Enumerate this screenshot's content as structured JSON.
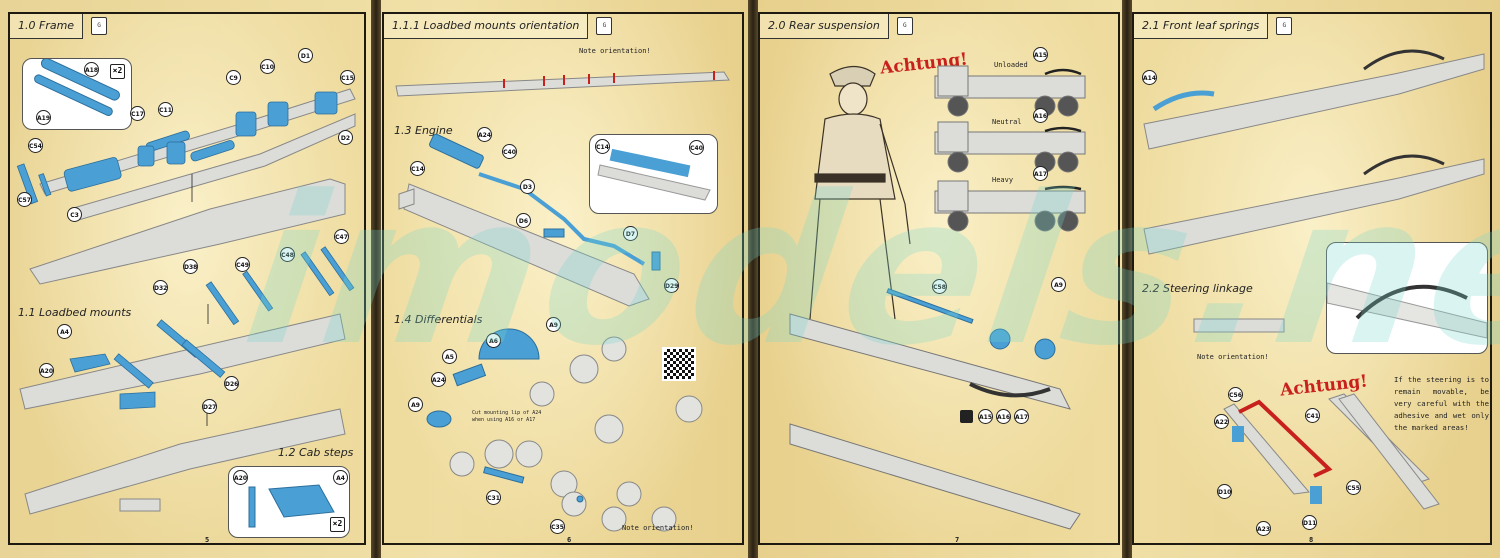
{
  "watermark": "imodels.net",
  "glue_icon": "G",
  "colors": {
    "part_highlight": "#4a9fd4",
    "part_grey": "#d9d9d6",
    "warning": "#c8201c",
    "paper": "#ecd89c"
  },
  "pages": [
    {
      "number": "5",
      "header": "1.0 Frame",
      "sections": [
        "1.1 Loadbed mounts",
        "1.2 Cab steps"
      ],
      "multiplier_labels": [
        "×2",
        "×2"
      ],
      "callouts": [
        "A18",
        "A19",
        "C9",
        "C10",
        "D1",
        "C15",
        "C17",
        "C11",
        "D2",
        "C54",
        "C57",
        "C3",
        "D38",
        "C49",
        "C48",
        "C47",
        "D32",
        "A4",
        "A20",
        "D26",
        "D27",
        "A20",
        "A4"
      ]
    },
    {
      "number": "6",
      "header": "1.1.1 Loadbed mounts orientation",
      "note_top": "Note orientation!",
      "sections": [
        "1.3 Engine",
        "1.4 Differentials"
      ],
      "callouts": [
        "A24",
        "C14",
        "C40",
        "D3",
        "D6",
        "D7",
        "D29",
        "C14",
        "C40",
        "A6",
        "A9",
        "A5",
        "A24",
        "A9",
        "C31",
        "C35"
      ],
      "cut_note": [
        "Cut mounting lip of A24",
        "when using A16 or A17"
      ],
      "note_bottom": "Note orientation!"
    },
    {
      "number": "7",
      "header": "2.0 Rear suspension",
      "achtung": "Achtung!",
      "loads": [
        {
          "callout": "A15",
          "label": "Unloaded"
        },
        {
          "callout": "A16",
          "label": "Neutral"
        },
        {
          "callout": "A17",
          "label": "Heavy"
        }
      ],
      "callouts": [
        "C58",
        "A9"
      ],
      "option_callouts": [
        "A15",
        "A16",
        "A17"
      ]
    },
    {
      "number": "8",
      "header": "2.1 Front leaf springs",
      "sections": [
        "2.2 Steering linkage"
      ],
      "note": "Note orientation!",
      "achtung": "Achtung!",
      "callouts": [
        "A14",
        "C56",
        "A22",
        "C41",
        "D10",
        "C55",
        "D11",
        "A23"
      ],
      "warning_text": "If the steering is to remain movable, be very careful with the adhesive and wet only the marked areas!"
    }
  ]
}
